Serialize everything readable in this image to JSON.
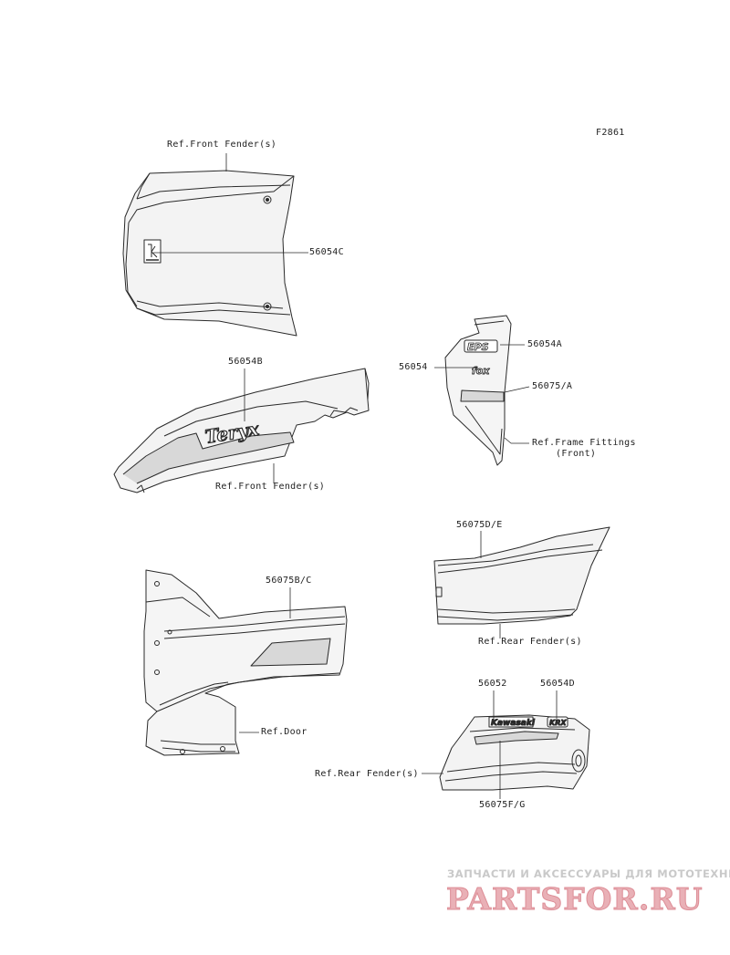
{
  "figure_code": "F2861",
  "labels": {
    "ref_front_fender_top": "Ref.Front Fender(s)",
    "p56054C": "56054C",
    "p56054B": "56054B",
    "ref_front_fender_mid": "Ref.Front Fender(s)",
    "p56054A": "56054A",
    "p56054": "56054",
    "p56075A": "56075/A",
    "ref_frame_fittings_1": "Ref.Frame Fittings",
    "ref_frame_fittings_2": "(Front)",
    "p56075DE": "56075D/E",
    "ref_rear_fender_1": "Ref.Rear Fender(s)",
    "p56075BC": "56075B/C",
    "ref_door": "Ref.Door",
    "p56052": "56052",
    "p56054D": "56054D",
    "ref_rear_fender_2": "Ref.Rear Fender(s)",
    "p56075FG": "56075F/G"
  },
  "decal_text": {
    "teryx": "Teryx",
    "eps": "EPS",
    "fox": "fox",
    "kawasaki": "Kawasaki",
    "krx": "KRX"
  },
  "watermark": {
    "tagline": "ЗАПЧАСТИ И АКСЕССУАРЫ ДЛЯ МОТОТЕХНИКИ",
    "logo": "PARTSFOR.RU"
  },
  "colors": {
    "line": "#2a2a2a",
    "shade": "#d8d8d8",
    "watermark_red": "#e9b0b6"
  }
}
